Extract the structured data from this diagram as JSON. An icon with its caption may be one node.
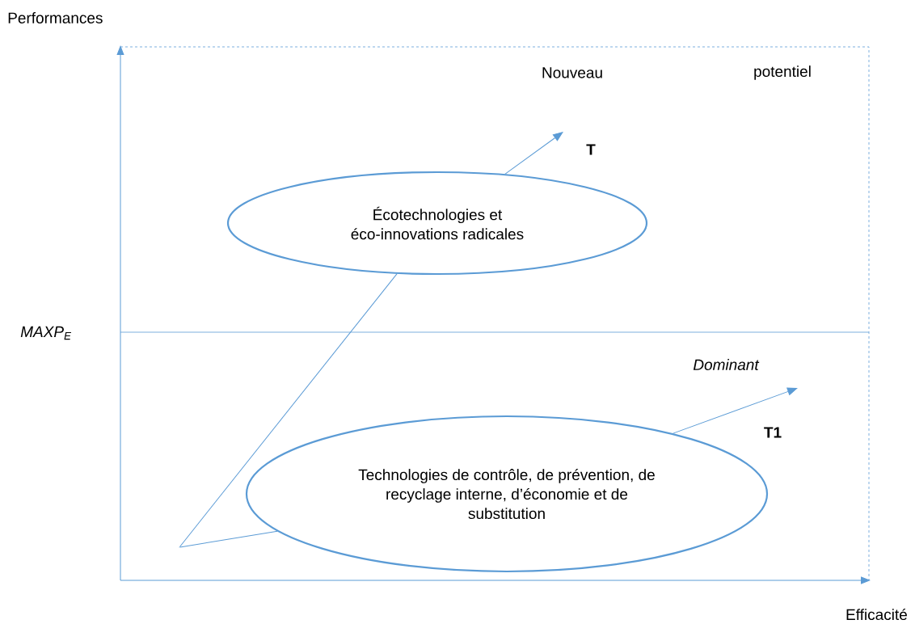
{
  "diagram": {
    "nodes": [
      {
        "text": [
          "Écotechnologies et éco-innovations radicales"
        ]
      },
      {
        "text": [
          "Technologies de contrôle, de prévention, de recyclage interne, d’économie et de substitution"
        ]
      },
      {
        "text": [],
        "shape": "point"
      }
    ],
    "edges": [
      {
        "from": 2,
        "to": 0,
        "arrow": "none"
      },
      {
        "from": 2,
        "to": 1,
        "arrow": "none"
      },
      {
        "from": 0,
        "to": null,
        "arrow": "to"
      },
      {
        "from": 1,
        "to": null,
        "arrow": "to"
      }
    ],
    "labels": [
      "Performances",
      "Nouveau",
      "potentiel",
      "T",
      "*MAXP*$_{E}$",
      "Dominant",
      "T1",
      "Efficacité"
    ]
  }
}
